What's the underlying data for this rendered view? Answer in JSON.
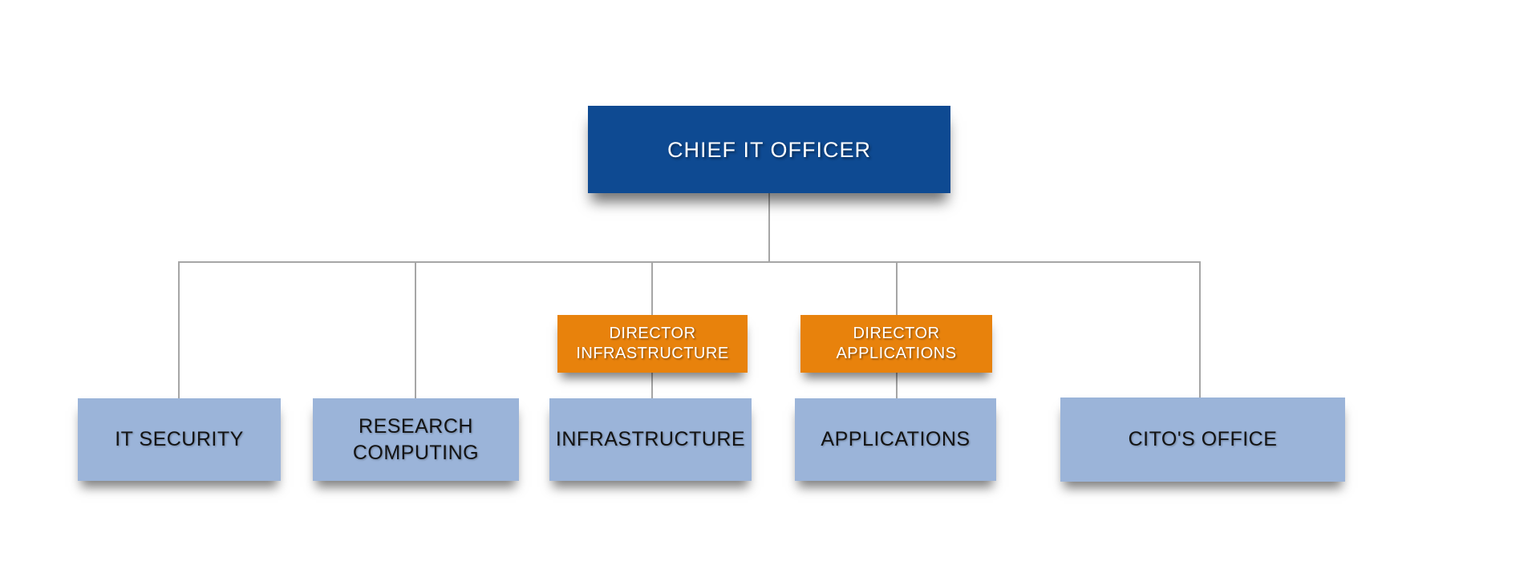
{
  "org_chart": {
    "title_hint": "IT organization chart",
    "root": {
      "label": "CHIEF IT OFFICER"
    },
    "directors": [
      {
        "lines": [
          "DIRECTOR",
          "INFRASTRUCTURE"
        ]
      },
      {
        "lines": [
          "DIRECTOR",
          "APPLICATIONS"
        ]
      }
    ],
    "departments": [
      {
        "lines": [
          "IT SECURITY",
          ""
        ]
      },
      {
        "lines": [
          "RESEARCH",
          "COMPUTING"
        ]
      },
      {
        "lines": [
          "INFRASTRUCTURE",
          ""
        ]
      },
      {
        "lines": [
          "APPLICATIONS",
          ""
        ]
      },
      {
        "lines": [
          "CITO'S OFFICE",
          ""
        ]
      }
    ],
    "colors": {
      "root_box": "#0E4A92",
      "director_box": "#E8820C",
      "department_box": "#9BB4D9",
      "connector": "#A6A6A6",
      "root_text": "#FFFFFF",
      "department_text": "#131313"
    }
  }
}
